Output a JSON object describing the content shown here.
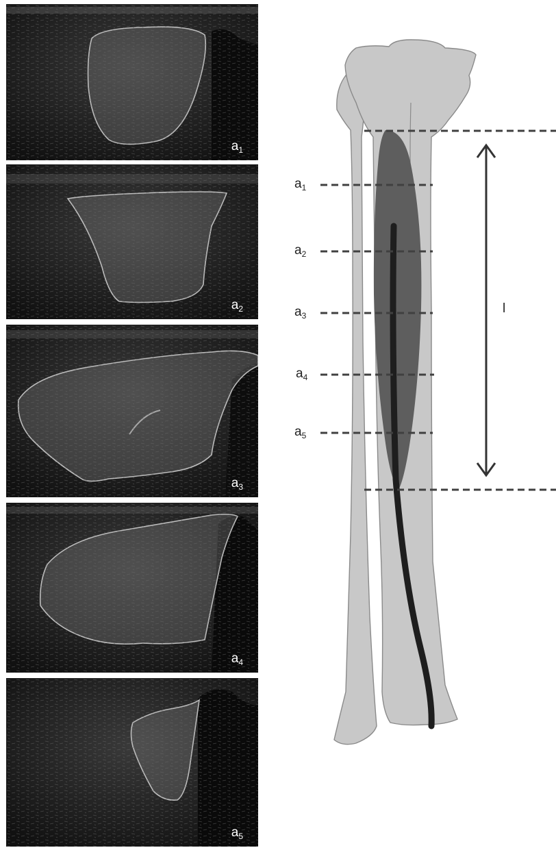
{
  "ultrasound_panels": [
    {
      "label": "a",
      "sub": "1"
    },
    {
      "label": "a",
      "sub": "2"
    },
    {
      "label": "a",
      "sub": "3"
    },
    {
      "label": "a",
      "sub": "4"
    },
    {
      "label": "a",
      "sub": "5"
    }
  ],
  "section_levels": [
    {
      "label": "a",
      "sub": "1"
    },
    {
      "label": "a",
      "sub": "2"
    },
    {
      "label": "a",
      "sub": "3"
    },
    {
      "label": "a",
      "sub": "4"
    },
    {
      "label": "a",
      "sub": "5"
    }
  ],
  "length_label": "l",
  "colors": {
    "bone": "#c8c8c8",
    "bone_outline": "#8a8a8a",
    "muscle": "#5e5e5e",
    "tendon": "#1e1e1e",
    "dashed_line": "#404040",
    "ultrasound_bg": "#1a1a1a"
  }
}
